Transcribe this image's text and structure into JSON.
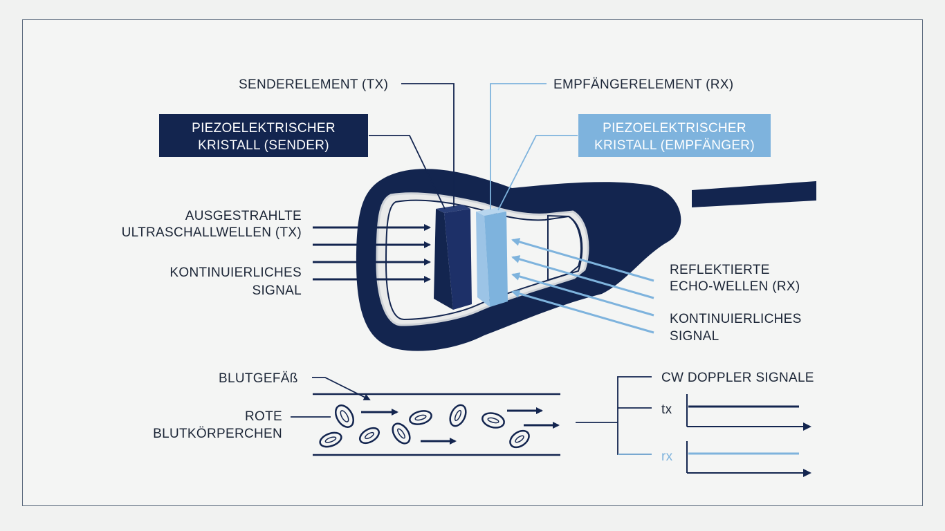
{
  "colors": {
    "navy": "#13254f",
    "dark_navy": "#0e1c3a",
    "light_blue": "#7eb3dd",
    "line_dark": "#1b2536",
    "background": "#f1f2f1"
  },
  "labels": {
    "tx_element": "SENDERELEMENT (TX)",
    "rx_element": "EMPFÄNGERELEMENT (RX)",
    "crystal_tx_line1": "PIEZOELEKTRISCHER",
    "crystal_tx_line2": "KRISTALL (SENDER)",
    "crystal_rx_line1": "PIEZOELEKTRISCHER",
    "crystal_rx_line2": "KRISTALL (EMPFÄNGER)",
    "emitted_line1": "AUSGESTRAHLTE",
    "emitted_line2": "ULTRASCHALLWELLEN (TX)",
    "cont_left_line1": "KONTINUIERLICHES",
    "cont_left_line2": "SIGNAL",
    "reflected_line1": "REFLEKTIERTE",
    "reflected_line2": "ECHO-WELLEN (RX)",
    "cont_right_line1": "KONTINUIERLICHES",
    "cont_right_line2": "SIGNAL",
    "vessel": "BLUTGEFÄß",
    "rbc_line1": "ROTE",
    "rbc_line2": "BLUTKÖRPERCHEN",
    "signals_title": "CW DOPPLER SIGNALE",
    "tx_signal": "tx",
    "rx_signal": "rx"
  }
}
